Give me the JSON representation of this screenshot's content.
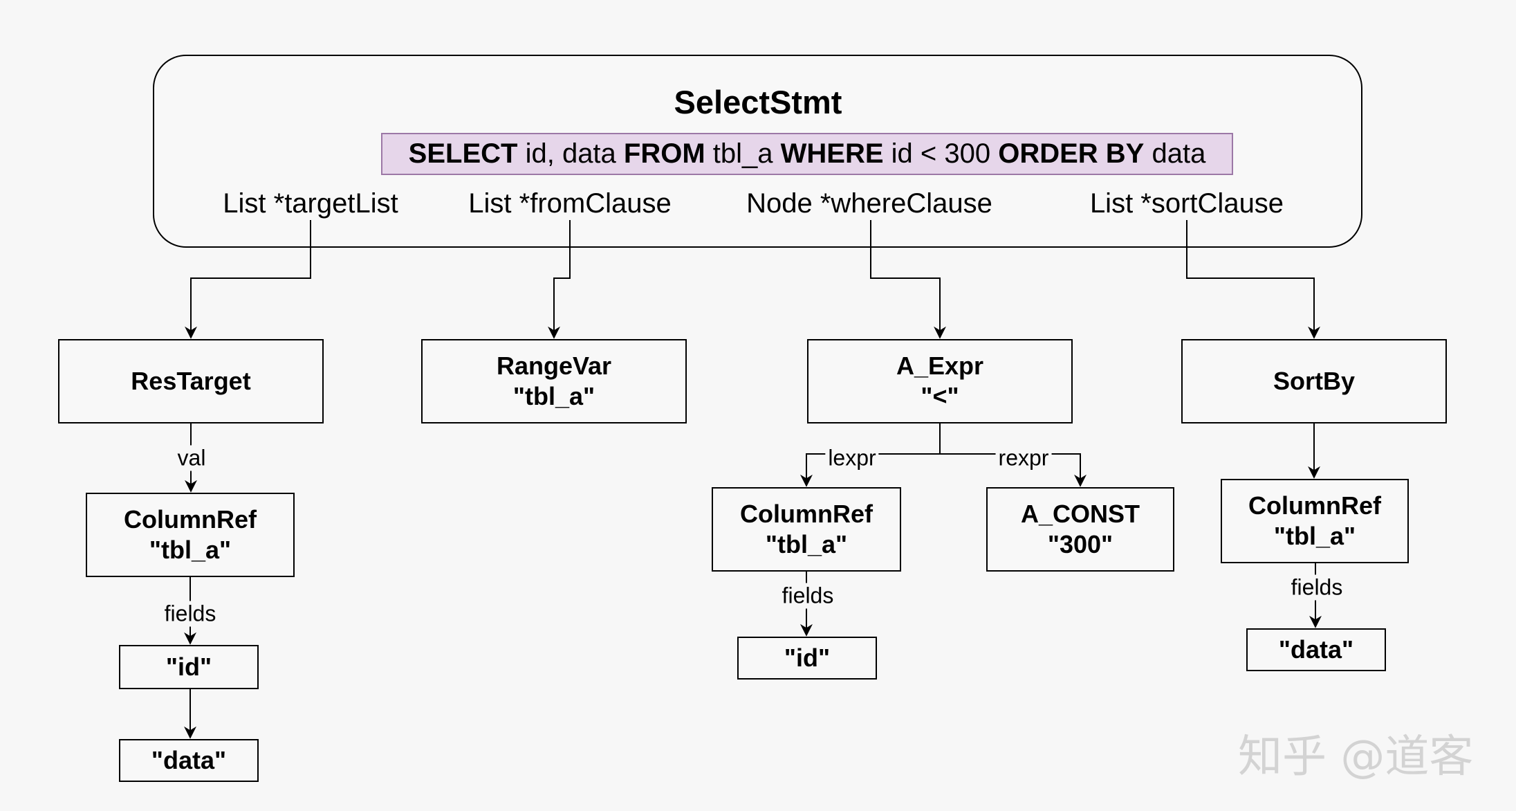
{
  "select_stmt": {
    "title": "SelectStmt",
    "sql": [
      {
        "text": "SELECT",
        "bold": true
      },
      {
        "text": " id, data ",
        "bold": false
      },
      {
        "text": "FROM",
        "bold": true
      },
      {
        "text": " tbl_a ",
        "bold": false
      },
      {
        "text": "WHERE",
        "bold": true
      },
      {
        "text": " id < 300 ",
        "bold": false
      },
      {
        "text": "ORDER BY",
        "bold": true
      },
      {
        "text": " data",
        "bold": false
      }
    ],
    "fields": {
      "target_list": "List *targetList",
      "from_clause": "List *fromClause",
      "where_clause": "Node *whereClause",
      "sort_clause": "List *sortClause"
    }
  },
  "nodes": {
    "res_target": {
      "line1": "ResTarget",
      "line2": ""
    },
    "range_var": {
      "line1": "RangeVar",
      "line2": "\"tbl_a\""
    },
    "a_expr": {
      "line1": "A_Expr",
      "line2": "\"<\""
    },
    "sort_by": {
      "line1": "SortBy",
      "line2": ""
    },
    "column_ref_target": {
      "line1": "ColumnRef",
      "line2": "\"tbl_a\""
    },
    "target_id": {
      "line1": "\"id\"",
      "line2": ""
    },
    "target_data": {
      "line1": "\"data\"",
      "line2": ""
    },
    "column_ref_where": {
      "line1": "ColumnRef",
      "line2": "\"tbl_a\""
    },
    "a_const": {
      "line1": "A_CONST",
      "line2": "\"300\""
    },
    "where_id": {
      "line1": "\"id\"",
      "line2": ""
    },
    "column_ref_sort": {
      "line1": "ColumnRef",
      "line2": "\"tbl_a\""
    },
    "sort_data": {
      "line1": "\"data\"",
      "line2": ""
    }
  },
  "edge_labels": {
    "val": "val",
    "fields_target": "fields",
    "lexpr": "lexpr",
    "rexpr": "rexpr",
    "fields_where": "fields",
    "fields_sort": "fields"
  },
  "watermark": "知乎 @道客"
}
